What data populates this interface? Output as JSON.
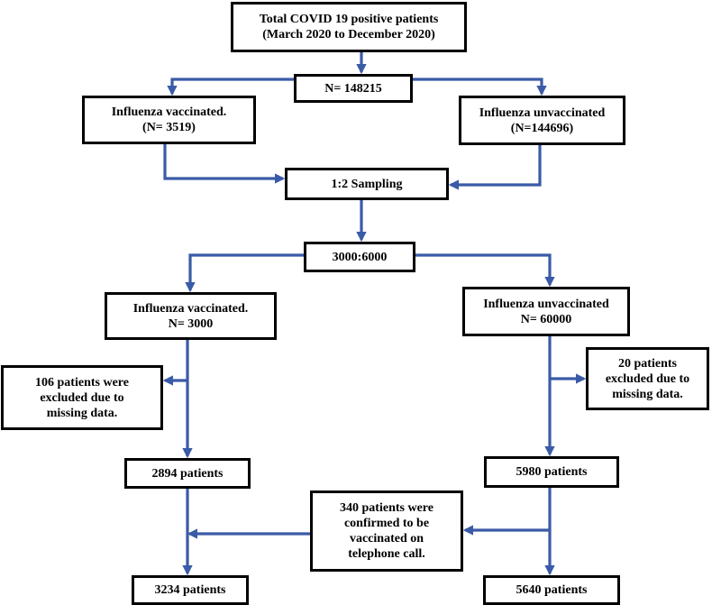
{
  "colors": {
    "arrow": "#3a5ba7",
    "border": "#000000",
    "background": "#ffffff"
  },
  "boxes": {
    "total": {
      "line1": "Total COVID 19 positive patients",
      "line2": "(March 2020 to December 2020)"
    },
    "n_total": {
      "line1": "N= 148215"
    },
    "vacc1": {
      "line1": "Influenza vaccinated.",
      "line2": "(N= 3519)"
    },
    "unvacc1": {
      "line1": "Influenza unvaccinated",
      "line2": "(N=144696)"
    },
    "sampling": {
      "line1": "1:2 Sampling"
    },
    "ratio": {
      "line1": "3000:6000"
    },
    "vacc2": {
      "line1": "Influenza vaccinated.",
      "line2": "N= 3000"
    },
    "unvacc2": {
      "line1": "Influenza unvaccinated",
      "line2": "N= 60000"
    },
    "excl_left": {
      "line1": "106 patients were",
      "line2": "excluded due to",
      "line3": "missing data."
    },
    "excl_right": {
      "line1": "20 patients",
      "line2": "excluded due to",
      "line3": "missing data."
    },
    "p2894": {
      "line1": "2894 patients"
    },
    "p5980": {
      "line1": "5980 patients"
    },
    "confirmed": {
      "line1": "340 patients were",
      "line2": "confirmed to be",
      "line3": "vaccinated on",
      "line4": "telephone call."
    },
    "p3234": {
      "line1": "3234 patients"
    },
    "p5640": {
      "line1": "5640 patients"
    }
  }
}
